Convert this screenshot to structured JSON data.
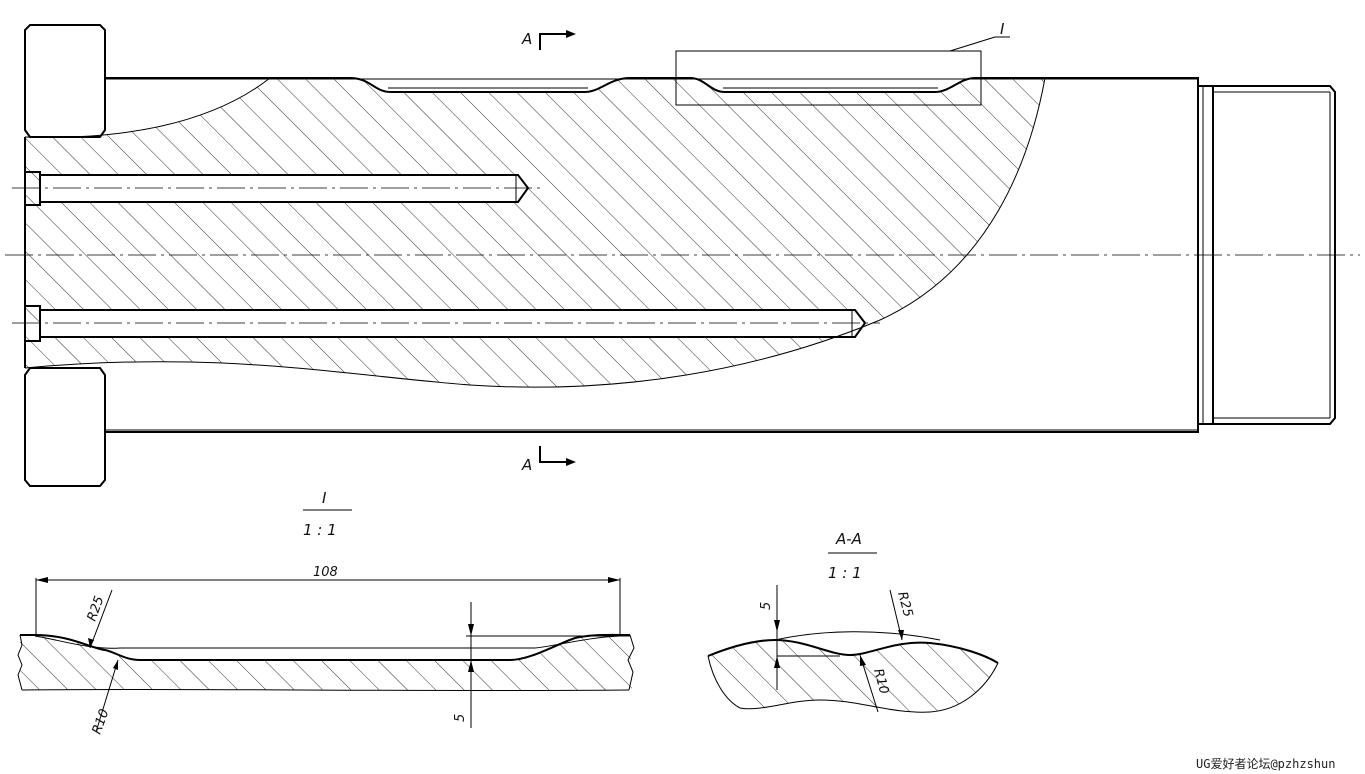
{
  "main_view": {
    "section_mark_top": "A",
    "section_mark_bottom": "A",
    "detail_marker": "I"
  },
  "detail_view": {
    "label": "I",
    "scale": "1 : 1",
    "length_dim": "108",
    "radius_top": "R25",
    "radius_bottom": "R10",
    "depth_dim": "5"
  },
  "section_view": {
    "label": "A-A",
    "scale": "1 : 1",
    "depth_dim": "5",
    "radius_top": "R25",
    "radius_bottom": "R10"
  },
  "watermark": "UG爱好者论坛@pzhzshun"
}
